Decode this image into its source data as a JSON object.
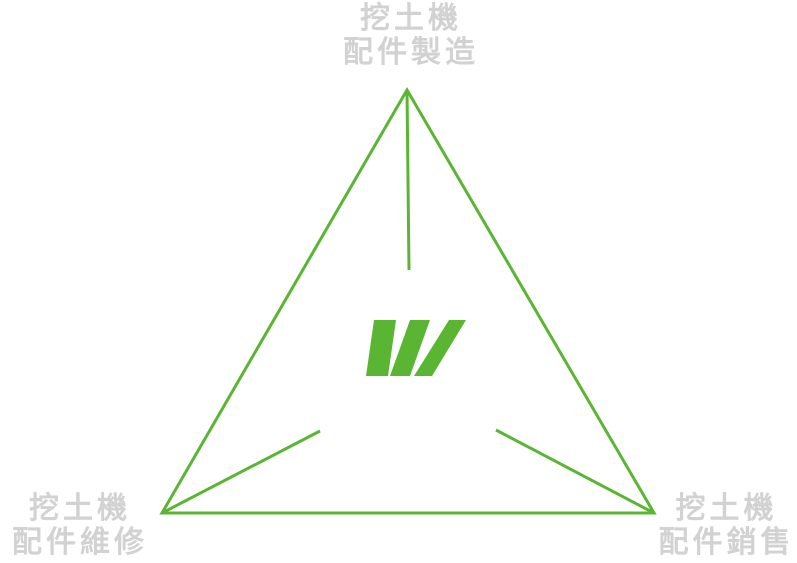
{
  "colors": {
    "accent": "#5ab632",
    "label": "#d2d2d2",
    "background": "#ffffff"
  },
  "logo": {
    "name": "w-logo"
  },
  "nodes": {
    "top": {
      "line1": "挖土機",
      "line2": "配件製造"
    },
    "left": {
      "line1": "挖土機",
      "line2": "配件維修"
    },
    "right": {
      "line1": "挖土機",
      "line2": "配件銷售"
    }
  }
}
